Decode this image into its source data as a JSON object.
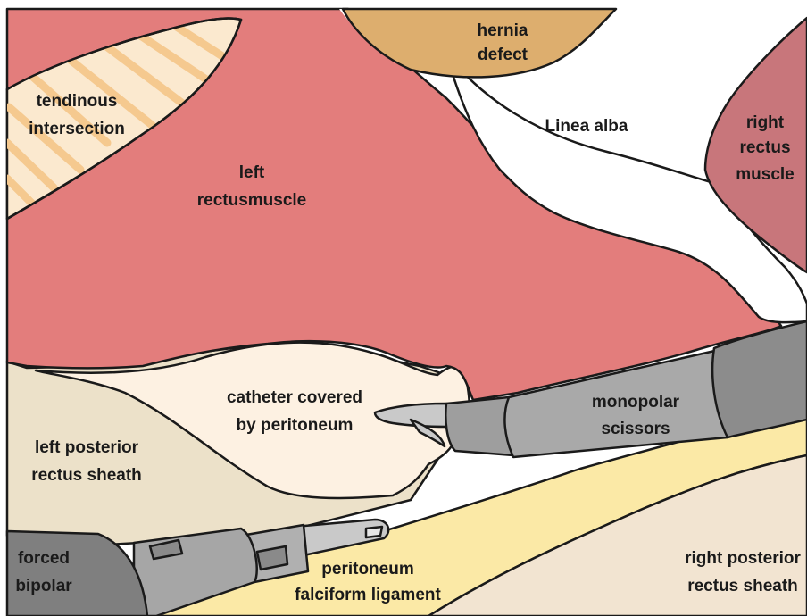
{
  "labels": {
    "hernia_defect": [
      "hernia",
      "defect"
    ],
    "tendinous_intersection": [
      "tendinous",
      "intersection"
    ],
    "linea_alba": [
      "Linea alba"
    ],
    "right_rectus_muscle": [
      "right",
      "rectus",
      "muscle"
    ],
    "left_rectus_muscle": [
      "left",
      "rectusmuscle"
    ],
    "catheter": [
      "catheter covered",
      "by peritoneum"
    ],
    "monopolar_scissors": [
      "monopolar",
      "scissors"
    ],
    "left_posterior_rectus_sheath": [
      "left posterior",
      "rectus sheath"
    ],
    "forced_bipolar": [
      "forced",
      "bipolar"
    ],
    "peritoneum_falciform": [
      "peritoneum",
      "falciform ligament"
    ],
    "right_posterior_rectus_sheath": [
      "right posterior",
      "rectus sheath"
    ]
  },
  "colors": {
    "muscle": "#e37d7c",
    "right_muscle": "#c8767b",
    "hernia": "#ddae6e",
    "tendon_fill": "#fbe9cf",
    "tendon_stripe": "#f5c98f",
    "catheter": "#fdf1e2",
    "posterior_sheath": "#ece1c9",
    "falciform": "#fbe9a6",
    "right_sheath": "#f2e4d1",
    "instrument_dark": "#8c8c8c",
    "instrument_mid": "#a9a9a9",
    "instrument_light": "#c9c9c9"
  }
}
